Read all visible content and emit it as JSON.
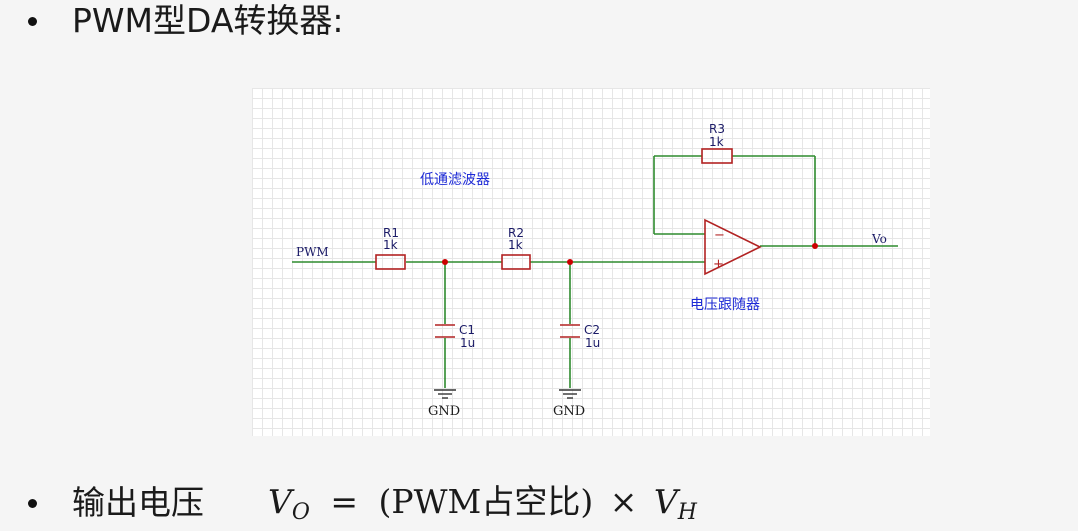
{
  "slide": {
    "heading": "PWM型DA转换器:",
    "output_label": "输出电压",
    "formula": {
      "lhs_var": "V",
      "lhs_sub": "O",
      "equals": "=",
      "rhs_text": "(PWM占空比)",
      "times": "×",
      "rhs_var": "V",
      "rhs_sub": "H"
    }
  },
  "schematic": {
    "lowpass_label": "低通滤波器",
    "follower_label": "电压跟随器",
    "pwm_net": "PWM",
    "vo_net": "Vo",
    "gnd1": "GND",
    "gnd2": "GND",
    "r1_name": "R1",
    "r1_value": "1k",
    "r2_name": "R2",
    "r2_value": "1k",
    "r3_name": "R3",
    "r3_value": "1k",
    "c1_name": "C1",
    "c1_value": "1u",
    "c2_name": "C2",
    "c2_value": "1u",
    "opamp_minus": "−",
    "opamp_plus": "+",
    "colors": {
      "wire": "#2e8b2e",
      "component": "#b22222",
      "label": "#1d2ad6"
    }
  }
}
